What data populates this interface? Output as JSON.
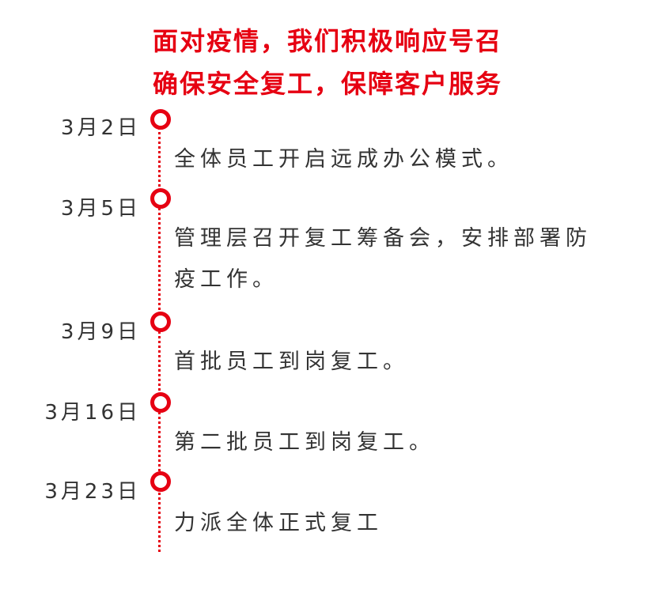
{
  "header": {
    "title_line1": "面对疫情，我们积极响应号召",
    "title_line2": "确保安全复工，保障客户服务"
  },
  "accent_color": "#e60012",
  "timeline": [
    {
      "date": "3月2日",
      "text": "全体员工开启远成办公模式。"
    },
    {
      "date": "3月5日",
      "text": "管理层召开复工筹备会，安排部署防疫工作。"
    },
    {
      "date": "3月9日",
      "text": "首批员工到岗复工。"
    },
    {
      "date": "3月16日",
      "text": "第二批员工到岗复工。"
    },
    {
      "date": "3月23日",
      "text": "力派全体正式复工"
    }
  ]
}
